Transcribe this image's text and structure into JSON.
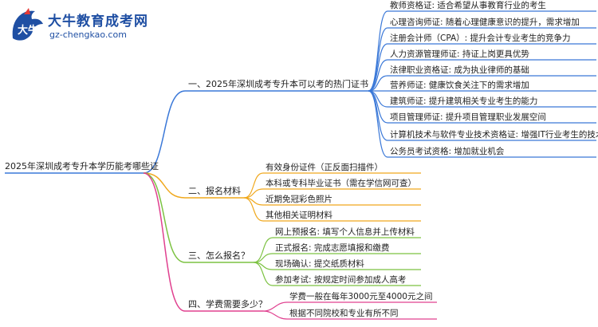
{
  "logo": {
    "title": "大牛教育成考网",
    "url": "gz-chengkao.com",
    "mark_text": "大牛"
  },
  "mindmap": {
    "root": "2025年深圳成考专升本学历能考哪些证",
    "branches": [
      {
        "label": "一、2025年深圳成考专升本可以考的热门证书",
        "color": "#3a78d8",
        "children": [
          "教师资格证: 适合希望从事教育行业的考生",
          "心理咨询师证: 随着心理健康意识的提升，需求增加",
          "注册会计师（CPA）: 提升会计专业考生的竞争力",
          "人力资源管理师证: 持证上岗更具优势",
          "法律职业资格证: 成为执业律师的基础",
          "营养师证: 健康饮食关注下的需求增加",
          "建筑师证: 提升建筑相关专业考生的能力",
          "项目管理师证: 提升项目管理职业发展空间",
          "计算机技术与软件专业技术资格证: 增强IT行业考生的技术能力",
          "公务员考试资格: 增加就业机会"
        ]
      },
      {
        "label": "二、报名材料",
        "color": "#f0a81c",
        "children": [
          "有效身份证件（正反面扫描件）",
          "本科或专科毕业证书（需在学信网可查）",
          "近期免冠彩色照片",
          "其他相关证明材料"
        ]
      },
      {
        "label": "三、怎么报名？",
        "color": "#7cc242",
        "children": [
          "网上预报名: 填写个人信息并上传材料",
          "正式报名: 完成志愿填报和缴费",
          "现场确认: 提交纸质材料",
          "参加考试: 按规定时间参加成人高考"
        ]
      },
      {
        "label": "四、学费需要多少？",
        "color": "#e0408f",
        "children": [
          "学费一般在每年3000元至4000元之间",
          "根据不同院校和专业有所不同"
        ]
      }
    ]
  }
}
